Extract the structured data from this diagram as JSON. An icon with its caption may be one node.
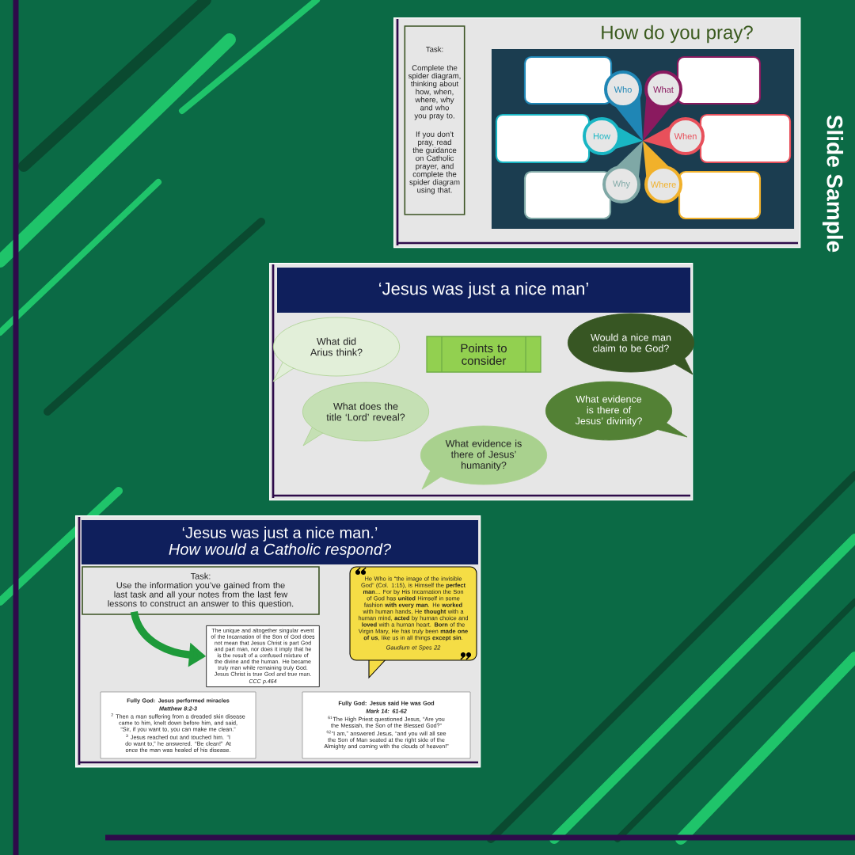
{
  "diagram": {
    "title": "Slide Sample",
    "nodes": [
      {
        "text": [
          "How do you pray?"
        ]
      },
      {
        "text": [
          "Task:",
          "Complete the spider diagram, thinking about how, when, where, why and who you pray to.",
          "If you don’t pray, read the guidance on Catholic prayer, and complete the spider diagram using that."
        ],
        "in": 0
      },
      {
        "text": [],
        "shape": "box",
        "in": 0
      },
      {
        "text": [],
        "shape": "box",
        "in": 2
      },
      {
        "text": [],
        "shape": "box",
        "in": 2
      },
      {
        "text": [],
        "shape": "box",
        "in": 2
      },
      {
        "text": [],
        "shape": "box",
        "in": 2
      },
      {
        "text": [],
        "shape": "box",
        "in": 2
      },
      {
        "text": [],
        "shape": "box",
        "in": 2
      },
      {
        "text": [
          "Who"
        ],
        "in": 2
      },
      {
        "text": [
          "What"
        ],
        "in": 2
      },
      {
        "text": [
          "How"
        ],
        "in": 2
      },
      {
        "text": [
          "When"
        ],
        "in": 2
      },
      {
        "text": [
          "Why"
        ],
        "in": 2
      },
      {
        "text": [
          "Where"
        ],
        "in": 2
      },
      {
        "text": [
          "‘Jesus was just a nice man’"
        ]
      },
      {
        "text": [
          "What did Arius think?"
        ],
        "in": 15
      },
      {
        "text": [
          "Points to consider"
        ],
        "in": 15
      },
      {
        "text": [
          "Would a nice man claim to be God?"
        ],
        "in": 15
      },
      {
        "text": [
          "What does the title ‘Lord’ reveal?"
        ],
        "in": 15
      },
      {
        "text": [
          "What evidence is there of Jesus’ divinity?"
        ],
        "in": 15
      },
      {
        "text": [
          "What evidence is there of Jesus’ humanity?"
        ],
        "in": 15
      },
      {
        "text": [
          "‘Jesus was just a nice man.’",
          "How would a Catholic respond?"
        ]
      },
      {
        "text": [
          "Task:",
          "Use the information you’ve gained from the last task and all your notes from the last few lessons to construct an answer to this question."
        ],
        "in": 22
      },
      {
        "text": [
          "He Who is “the image of the invisible God” (Col. 1:15), is Himself the **perfect man**… For by His Incarnation the Son of God has **united** Himself in some fashion **with every man**. He **worked** with human hands, He **thought** with a human mind, **acted** by human choice and **loved** with a human heart. **Born** of the Virgin Mary, He has truly been **made one of us**, like us in all things **except sin**.",
          "Gaudium et Spes 22"
        ],
        "in": 22
      },
      {
        "text": [
          "The unique and altogether singular event of the Incarnation of the Son of God does not mean that Jesus Christ is part God and part man, nor does it imply that he is the result of a confused mixture of the divine and the human. He became truly man while remaining truly God. Jesus Christ is true God and true man.",
          "CCC p.464"
        ],
        "in": 22
      },
      {
        "text": [
          "Fully God: Jesus performed miracles",
          "Matthew 8:2-3",
          "$^{2}$ Then a man suffering from a dreaded skin disease came to him, knelt down before him, and said, “Sir, if you want to, you can make me clean.”",
          "$^{3}$ Jesus reached out and touched him. “I do want to,” he answered. “Be clean!” At once the man was healed of his disease."
        ],
        "in": 22
      },
      {
        "text": [
          "Fully God: Jesus said He was God",
          "Mark 14: 61-62",
          "$^{61}$The High Priest questioned Jesus, “Are you the Messiah, the Son of the Blessed God?”",
          "$^{62}$“I am,” answered Jesus, “and you will all see the Son of Man seated at the right side of the Almighty and coming with the clouds of heaven!”"
        ],
        "in": 22
      }
    ],
    "edges": [
      {
        "from": 23,
        "to": 25,
        "arrow": "to"
      }
    ]
  }
}
